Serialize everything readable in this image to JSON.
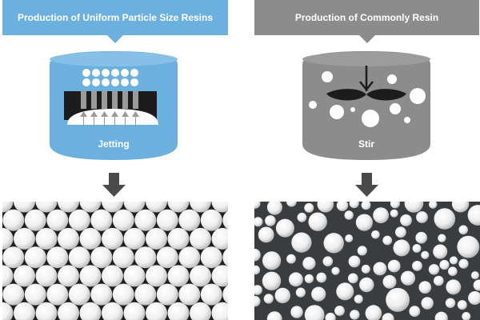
{
  "left_panel": {
    "title": "Production of Uniform Particle Size Resins",
    "process_label": "Jetting",
    "color": "#6cb0df"
  },
  "right_panel": {
    "title": "Production of Commonly Resin",
    "process_label": "Stir",
    "color": "#8c8c8c"
  },
  "colors": {
    "arrow": "#4a4a4a",
    "photo_background": "#2a2a2a",
    "bead": "#f2f2f2"
  },
  "icons": [
    "droplet-grid-icon",
    "nozzle-plate-icon",
    "up-arrow-icon",
    "stirrer-icon",
    "down-arrow-icon"
  ]
}
